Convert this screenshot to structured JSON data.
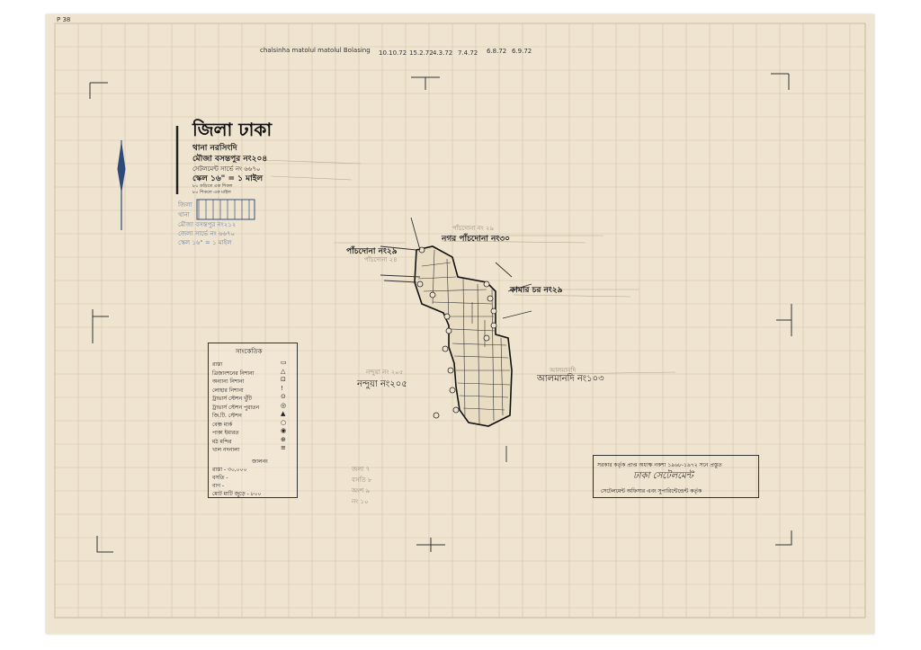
{
  "sheet_id": "P 38",
  "header": {
    "stamp_line": "chalsinha  matolul  matolul  Bolasing",
    "dates": [
      "10.10.72",
      "15.2.72",
      "4.3.72",
      "7.4.72",
      "6.8.72",
      "6.9.72"
    ]
  },
  "title_block": {
    "district": "জিলা ঢাকা",
    "thana": "থানা  নরসিংদি",
    "mouza": "মৌজা  বসন্তপুর  নং২০৪",
    "settlement": "সেটলমেন্ট সার্ভে নং  ৬৬৭০",
    "scale": "স্কেল ১৬\" = ১ মাইল",
    "scale_note_1": "৮০ কড়িতে এক শিকল",
    "scale_note_2": "৮০ শিকলে এক মাইল"
  },
  "stamp_block": {
    "lines": [
      "জিলা",
      "থানা",
      "মৌজা  বসন্তপুর  নং২১২",
      "জেলা সার্ভে নং  ৬৬৭০",
      "স্কেল ১৬\" = ১ মাইল"
    ]
  },
  "neighbors": {
    "north": "নগর পাঁচদোনা নং৩০",
    "north_small": "পাঁচদোনা নং ২৯",
    "west": "পাঁচদোনা নং২৯",
    "west_small": "পাঁচদোনা ২৪",
    "east": "কামার চর নং২৯",
    "south": "নন্দুয়া নং২০৫",
    "south_small": "নন্দুয়া নং ২০৫",
    "southeast": "আলমানদি নং১০৩",
    "southeast_small": "আলমানদি"
  },
  "legend": {
    "title": "সাংকেতিক",
    "items": [
      {
        "label": "রাস্তা",
        "symbol": "▭"
      },
      {
        "label": "ত্রিজাংশনের নিশানা",
        "symbol": "△"
      },
      {
        "label": "অন্যান্য নিশানা",
        "symbol": "⊡"
      },
      {
        "label": "লোহার নিশানা",
        "symbol": "!"
      },
      {
        "label": "ট্রাভার্স স্টেশন খুঁটি",
        "symbol": "⊙"
      },
      {
        "label": "ট্রাভার্স স্টেশন পুরাতন",
        "symbol": "◎"
      },
      {
        "label": "জি.টি. স্টেশন",
        "symbol": "▲"
      },
      {
        "label": "বেঞ্চ মার্ক",
        "symbol": "○"
      },
      {
        "label": "পাকা ইমারত",
        "symbol": "◉"
      },
      {
        "label": "মঠ মন্দির",
        "symbol": "⊕"
      },
      {
        "label": "খাল নদনালা",
        "symbol": "≡"
      }
    ],
    "extra": [
      "জালনং",
      "রাস্তা - ৩০,০০০",
      "বসতি -",
      "বাগ -",
      "মোট মাটি জুড়ে - ৮০০"
    ]
  },
  "certificate": {
    "line1": "সরকার কর্তৃক প্রাপ্ত অধ্যক্ষ নকশা ১৯৬৮-১৯৭২ সনে প্রস্তুত",
    "signature": "ঢাকা সেটেলমেন্ট",
    "line3": "সেটেলমেন্ট অফিসার এবং সুপারিন্টেন্ডেন্ট কর্তৃক"
  },
  "faint_notes": [
    "জলা ৭",
    "বসতি ৮",
    "অংশ ৯",
    "নং ১০"
  ]
}
